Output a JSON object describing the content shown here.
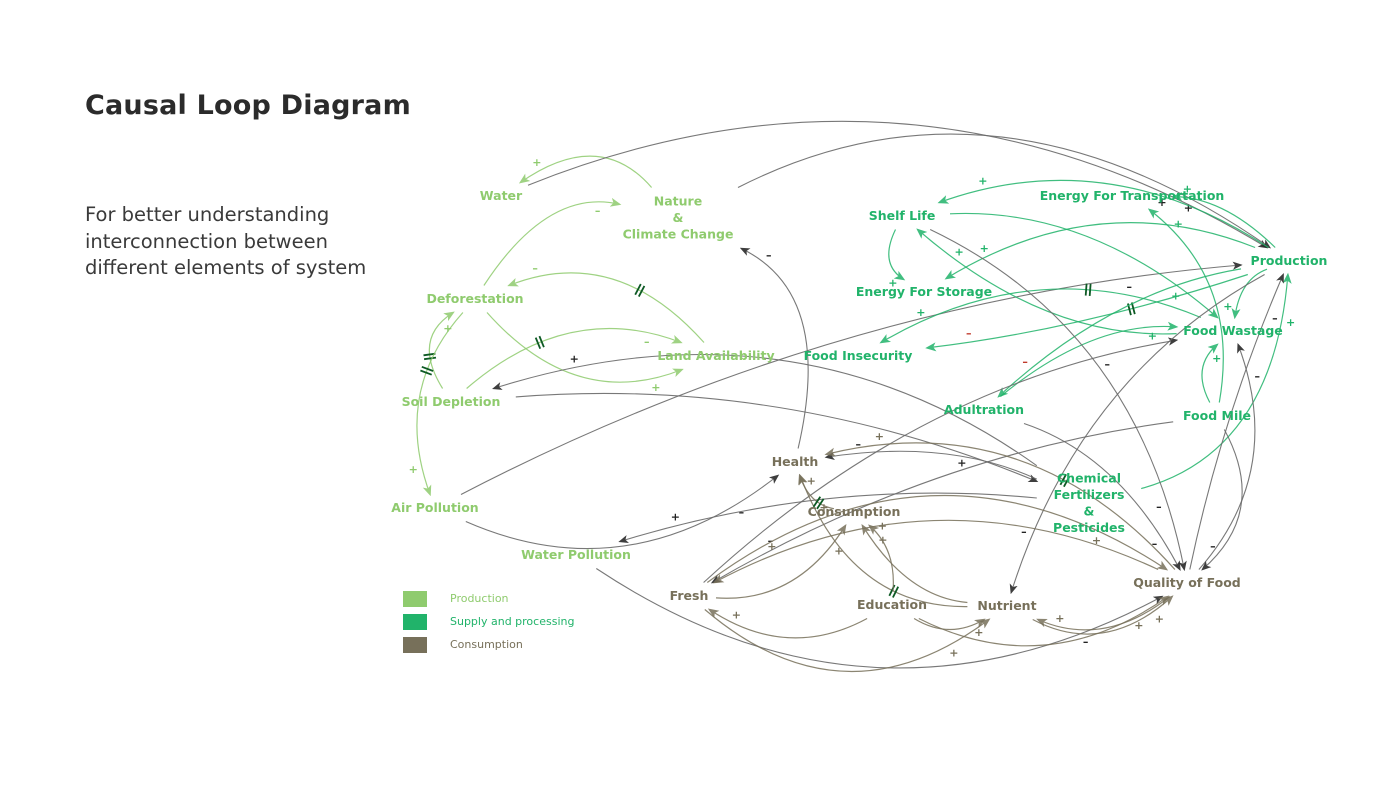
{
  "header": {
    "title": "Causal Loop Diagram",
    "subtitle": "For better understanding interconnection between different elements of system"
  },
  "colors": {
    "production": "#8fcb6e",
    "supply": "#21b36a",
    "consumption": "#77705a",
    "link_dark": "#555555",
    "delay_mark": "#0d5a24",
    "negative_red": "#c0392b"
  },
  "legend": [
    {
      "label": "Production",
      "category": "production"
    },
    {
      "label": "Supply and processing",
      "category": "supply"
    },
    {
      "label": "Consumption",
      "category": "consumption"
    }
  ],
  "nodes": [
    {
      "id": "water",
      "label": [
        "Water"
      ],
      "category": "production"
    },
    {
      "id": "nature",
      "label": [
        "Nature",
        "&",
        "Climate Change"
      ],
      "category": "production"
    },
    {
      "id": "deforestation",
      "label": [
        "Deforestation"
      ],
      "category": "production"
    },
    {
      "id": "land",
      "label": [
        "Land Availability"
      ],
      "category": "production"
    },
    {
      "id": "soil",
      "label": [
        "Soil Depletion"
      ],
      "category": "production"
    },
    {
      "id": "air",
      "label": [
        "Air Pollution"
      ],
      "category": "production"
    },
    {
      "id": "waterpol",
      "label": [
        "Water Pollution"
      ],
      "category": "production"
    },
    {
      "id": "shelf",
      "label": [
        "Shelf Life"
      ],
      "category": "supply"
    },
    {
      "id": "eft",
      "label": [
        "Energy For Transportation"
      ],
      "category": "supply"
    },
    {
      "id": "efs",
      "label": [
        "Energy For Storage"
      ],
      "category": "supply"
    },
    {
      "id": "production",
      "label": [
        "Production"
      ],
      "category": "supply"
    },
    {
      "id": "wastage",
      "label": [
        "Food Wastage"
      ],
      "category": "supply"
    },
    {
      "id": "insecurity",
      "label": [
        "Food Insecurity"
      ],
      "category": "supply"
    },
    {
      "id": "adultration",
      "label": [
        "Adultration"
      ],
      "category": "supply"
    },
    {
      "id": "foodmile",
      "label": [
        "Food Mile"
      ],
      "category": "supply"
    },
    {
      "id": "chemical",
      "label": [
        "Chemical",
        "Fertilizers",
        "&",
        "Pesticides"
      ],
      "category": "supply"
    },
    {
      "id": "health",
      "label": [
        "Health"
      ],
      "category": "consumption"
    },
    {
      "id": "consumption",
      "label": [
        "Consumption"
      ],
      "category": "consumption"
    },
    {
      "id": "fresh",
      "label": [
        "Fresh"
      ],
      "category": "consumption"
    },
    {
      "id": "education",
      "label": [
        "Education"
      ],
      "category": "consumption"
    },
    {
      "id": "nutrient",
      "label": [
        "Nutrient"
      ],
      "category": "consumption"
    },
    {
      "id": "quality",
      "label": [
        "Quality of Food"
      ],
      "category": "consumption"
    }
  ],
  "edges": [
    {
      "from": "nature",
      "to": "water",
      "polarity": "+",
      "category": "production",
      "delay": false
    },
    {
      "from": "deforestation",
      "to": "nature",
      "polarity": "-",
      "category": "production",
      "delay": false
    },
    {
      "from": "land",
      "to": "deforestation",
      "polarity": "-",
      "category": "production",
      "delay": true
    },
    {
      "from": "deforestation",
      "to": "land",
      "polarity": "+",
      "category": "production",
      "delay": false
    },
    {
      "from": "soil",
      "to": "deforestation",
      "polarity": "+",
      "category": "production",
      "delay": true
    },
    {
      "from": "soil",
      "to": "land",
      "polarity": "-",
      "category": "production",
      "delay": true
    },
    {
      "from": "deforestation",
      "to": "air",
      "polarity": "+",
      "category": "production",
      "delay": true
    },
    {
      "from": "water",
      "to": "production",
      "polarity": "+",
      "category": "dark",
      "delay": false
    },
    {
      "from": "nature",
      "to": "production",
      "polarity": "+",
      "category": "dark",
      "delay": false
    },
    {
      "from": "health",
      "to": "nature",
      "polarity": "-",
      "category": "dark",
      "delay": false
    },
    {
      "from": "air",
      "to": "production",
      "polarity": "-",
      "category": "dark",
      "delay": false
    },
    {
      "from": "soil",
      "to": "chemical",
      "polarity": "+",
      "category": "dark",
      "delay": false
    },
    {
      "from": "chemical",
      "to": "soil",
      "polarity": "+",
      "category": "dark",
      "delay": false
    },
    {
      "from": "air",
      "to": "health",
      "polarity": "-",
      "category": "dark",
      "delay": false
    },
    {
      "from": "chemical",
      "to": "waterpol",
      "polarity": "+",
      "category": "dark",
      "delay": false
    },
    {
      "from": "production",
      "to": "eft",
      "polarity": "+",
      "category": "supply",
      "delay": false
    },
    {
      "from": "foodmile",
      "to": "eft",
      "polarity": "+",
      "category": "supply",
      "delay": false
    },
    {
      "from": "production",
      "to": "shelf",
      "polarity": "+",
      "category": "supply",
      "delay": false
    },
    {
      "from": "wastage",
      "to": "shelf",
      "polarity": "+",
      "category": "supply",
      "delay": false
    },
    {
      "from": "shelf",
      "to": "efs",
      "polarity": "+",
      "category": "supply",
      "delay": false
    },
    {
      "from": "production",
      "to": "efs",
      "polarity": "+",
      "category": "supply",
      "delay": false
    },
    {
      "from": "shelf",
      "to": "wastage",
      "polarity": "+",
      "category": "supply",
      "delay": false
    },
    {
      "from": "wastage",
      "to": "insecurity",
      "polarity": "+",
      "category": "supply",
      "delay": true
    },
    {
      "from": "production",
      "to": "insecurity",
      "polarity": "-",
      "category": "supply",
      "delay": true
    },
    {
      "from": "production",
      "to": "adultration",
      "polarity": "-",
      "category": "supply",
      "delay": false
    },
    {
      "from": "adultration",
      "to": "wastage",
      "polarity": "+",
      "category": "supply",
      "delay": false
    },
    {
      "from": "production",
      "to": "wastage",
      "polarity": "+",
      "category": "supply",
      "delay": false
    },
    {
      "from": "foodmile",
      "to": "wastage",
      "polarity": "+",
      "category": "supply",
      "delay": false
    },
    {
      "from": "chemical",
      "to": "production",
      "polarity": "+",
      "category": "supply",
      "delay": false
    },
    {
      "from": "shelf",
      "to": "quality",
      "polarity": "-",
      "category": "dark",
      "delay": false
    },
    {
      "from": "fresh",
      "to": "wastage",
      "polarity": "-",
      "category": "dark",
      "delay": false
    },
    {
      "from": "quality",
      "to": "wastage",
      "polarity": "-",
      "category": "dark",
      "delay": false
    },
    {
      "from": "quality",
      "to": "production",
      "polarity": "-",
      "category": "dark",
      "delay": false
    },
    {
      "from": "foodmile",
      "to": "quality",
      "polarity": "-",
      "category": "dark",
      "delay": false
    },
    {
      "from": "adultration",
      "to": "quality",
      "polarity": "-",
      "category": "dark",
      "delay": false
    },
    {
      "from": "chemical",
      "to": "health",
      "polarity": "-",
      "category": "dark",
      "delay": false
    },
    {
      "from": "production",
      "to": "nutrient",
      "polarity": "-",
      "category": "dark",
      "delay": false
    },
    {
      "from": "foodmile",
      "to": "fresh",
      "polarity": "-",
      "category": "dark",
      "delay": false
    },
    {
      "from": "waterpol",
      "to": "quality",
      "polarity": "-",
      "category": "dark",
      "delay": false
    },
    {
      "from": "nutrient",
      "to": "health",
      "polarity": "+",
      "category": "consumption",
      "delay": true
    },
    {
      "from": "quality",
      "to": "health",
      "polarity": "+",
      "category": "consumption",
      "delay": true
    },
    {
      "from": "consumption",
      "to": "health",
      "polarity": "+",
      "category": "consumption",
      "delay": true
    },
    {
      "from": "fresh",
      "to": "consumption",
      "polarity": "+",
      "category": "consumption",
      "delay": false
    },
    {
      "from": "education",
      "to": "consumption",
      "polarity": "+",
      "category": "consumption",
      "delay": false
    },
    {
      "from": "nutrient",
      "to": "consumption",
      "polarity": "+",
      "category": "consumption",
      "delay": false
    },
    {
      "from": "quality",
      "to": "fresh",
      "polarity": "+",
      "category": "consumption",
      "delay": false
    },
    {
      "from": "education",
      "to": "fresh",
      "polarity": "+",
      "category": "consumption",
      "delay": false
    },
    {
      "from": "fresh",
      "to": "nutrient",
      "polarity": "+",
      "category": "consumption",
      "delay": false
    },
    {
      "from": "education",
      "to": "nutrient",
      "polarity": "+",
      "category": "consumption",
      "delay": false
    },
    {
      "from": "quality",
      "to": "nutrient",
      "polarity": "+",
      "category": "consumption",
      "delay": false
    },
    {
      "from": "nutrient",
      "to": "quality",
      "polarity": "+",
      "category": "consumption",
      "delay": false
    },
    {
      "from": "fresh",
      "to": "quality",
      "polarity": "+",
      "category": "consumption",
      "delay": false
    },
    {
      "from": "education",
      "to": "quality",
      "polarity": "+",
      "category": "consumption",
      "delay": false
    }
  ]
}
